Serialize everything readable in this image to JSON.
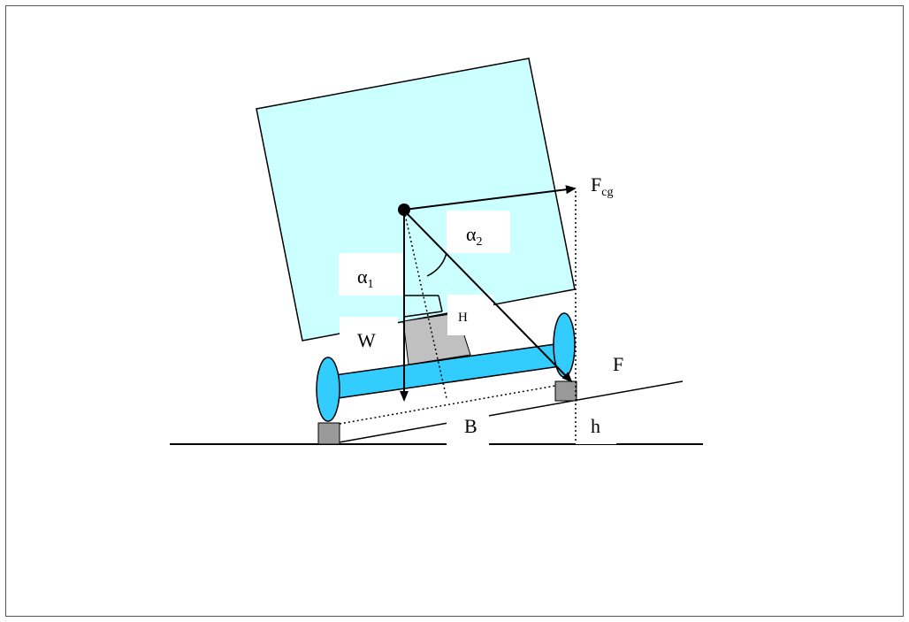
{
  "labels": {
    "fcg_main": "F",
    "fcg_sub": "cg",
    "alpha": "α",
    "alpha2_sub": "2",
    "alpha1_sub": "1",
    "w": "W",
    "h_upper": "H",
    "f": "F",
    "b": "B",
    "h_lower": "h"
  },
  "colors": {
    "body_fill": "#ccffff",
    "axle_fill": "#33ccff",
    "wheel_fill": "#33ccff",
    "block_fill": "#c0c0c0",
    "pad_fill": "#999999",
    "line": "#000000"
  }
}
